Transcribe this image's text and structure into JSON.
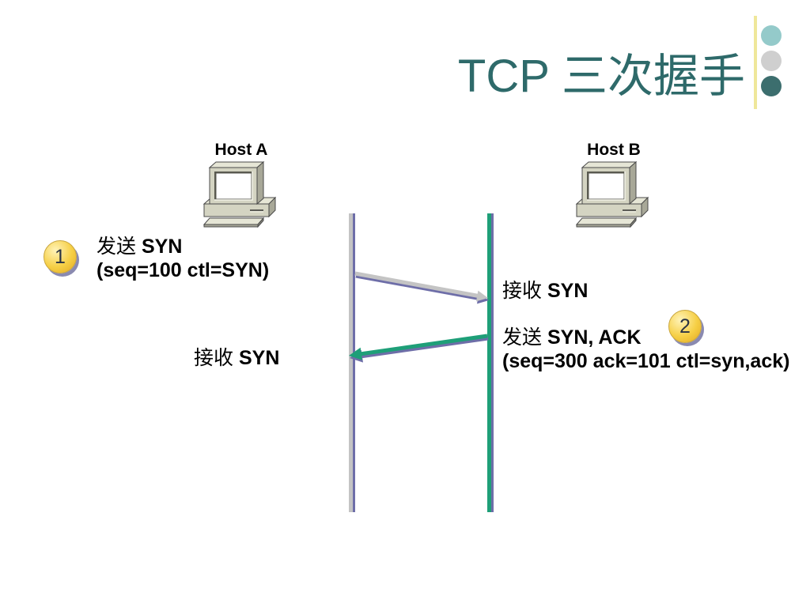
{
  "title": "TCP 三次握手",
  "hosts": {
    "a": {
      "label": "Host A",
      "icon": "computer-icon"
    },
    "b": {
      "label": "Host B",
      "icon": "computer-icon"
    }
  },
  "exchange": [
    {
      "step": "1",
      "sender": {
        "action": "发送",
        "message": "SYN",
        "detail": "(seq=100 ctl=SYN)"
      },
      "receiver": {
        "action": "接收",
        "message": "SYN"
      }
    },
    {
      "step": "2",
      "sender": {
        "action": "发送",
        "message": "SYN, ACK",
        "detail": "(seq=300 ack=101 ctl=syn,ack)"
      },
      "receiver": {
        "action": "接收",
        "message": "SYN"
      }
    }
  ],
  "colors": {
    "title": "#2E6A6A",
    "host_a_line": "#C4C4C4",
    "host_b_line": "#1E9F78",
    "line_shadow": "#6E6EA8",
    "badge": "#F6CF45",
    "badge_shadow": "#8A8AB0",
    "badge_text": "#2A3344",
    "accent_line": "#EFE79A",
    "dot_1": "#94CACA",
    "dot_2": "#CFCFCF",
    "dot_3": "#3C6E6E"
  }
}
